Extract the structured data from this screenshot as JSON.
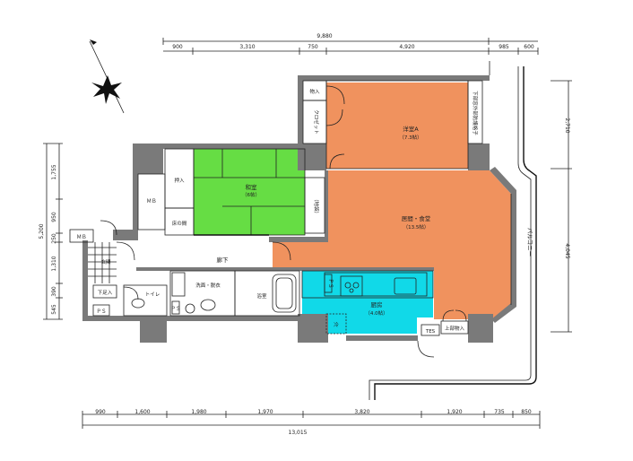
{
  "dimensions": {
    "top_total": "9,880",
    "top_segments": [
      "900",
      "3,310",
      "750",
      "4,920",
      "985",
      "600"
    ],
    "bottom_total": "13,015",
    "bottom_segments": [
      "990",
      "1,600",
      "1,980",
      "1,970",
      "3,820",
      "1,920",
      "735",
      "850"
    ],
    "left_total": "5,200",
    "left_segments": [
      "1,755",
      "950",
      "250",
      "1,310",
      "390",
      "545"
    ],
    "right_segments": [
      "2,710",
      "4,045"
    ]
  },
  "rooms": {
    "western_a": "洋室A",
    "western_a_size": "（7.3帖）",
    "japanese": "和室",
    "japanese_size": "（6帖）",
    "living_dining": "居間・食堂",
    "living_dining_size": "（13.5帖）",
    "kitchen": "厨房",
    "kitchen_size": "（4.0帖）",
    "hallway": "廊下",
    "entrance": "玄関",
    "washroom": "洗面・脱衣",
    "bathroom": "浴室",
    "toilet": "トイレ",
    "balcony": "バルコニー"
  },
  "storage": {
    "nando": "物入",
    "closet": "クロゼット",
    "oshiire": "押入",
    "tokonoma": "床の間",
    "jibukuro": "（地袋）",
    "upper_storage": "上部物入",
    "shoe_box": "下足入",
    "mb_main": "ＭＢ",
    "mb_small": "ＭＢ",
    "ps_kitchen": "ＰＳ",
    "ps_toilet": "ＰＳ",
    "ps_wash": "ＰＳ",
    "fridge": "冷",
    "tes": "TES",
    "window_note": "下部窓外部防護格子"
  },
  "compass": {
    "label": "N"
  },
  "colors": {
    "western": "#F0925E",
    "living": "#F0925E",
    "japanese": "#66DD44",
    "kitchen": "#11D9E8",
    "wall": "#7A7A7A"
  }
}
